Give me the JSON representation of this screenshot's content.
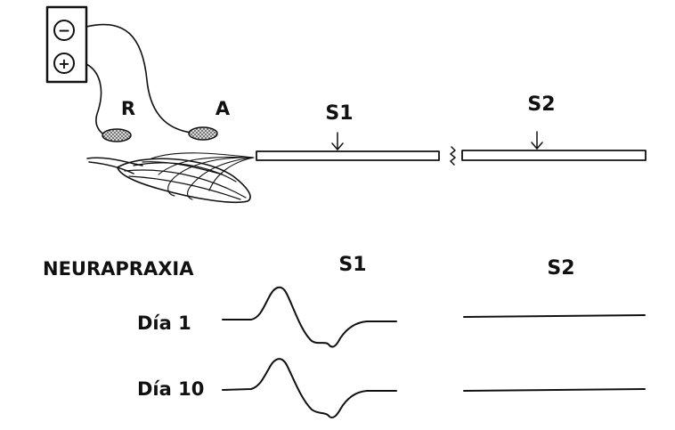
{
  "stimulator": {
    "negative_symbol": "−",
    "positive_symbol": "+"
  },
  "electrodes": {
    "reference_label": "R",
    "active_label": "A"
  },
  "nerve_sites": {
    "s1_label": "S1",
    "s2_label": "S2"
  },
  "recordings": {
    "title": "NEURAPRAXIA",
    "s1_header": "S1",
    "s2_header": "S2",
    "rows": [
      {
        "label": "Día 1"
      },
      {
        "label": "Día 10"
      }
    ]
  },
  "colors": {
    "ink": "#111111",
    "background": "#ffffff",
    "electrode_fill": "#9a9a9a"
  }
}
